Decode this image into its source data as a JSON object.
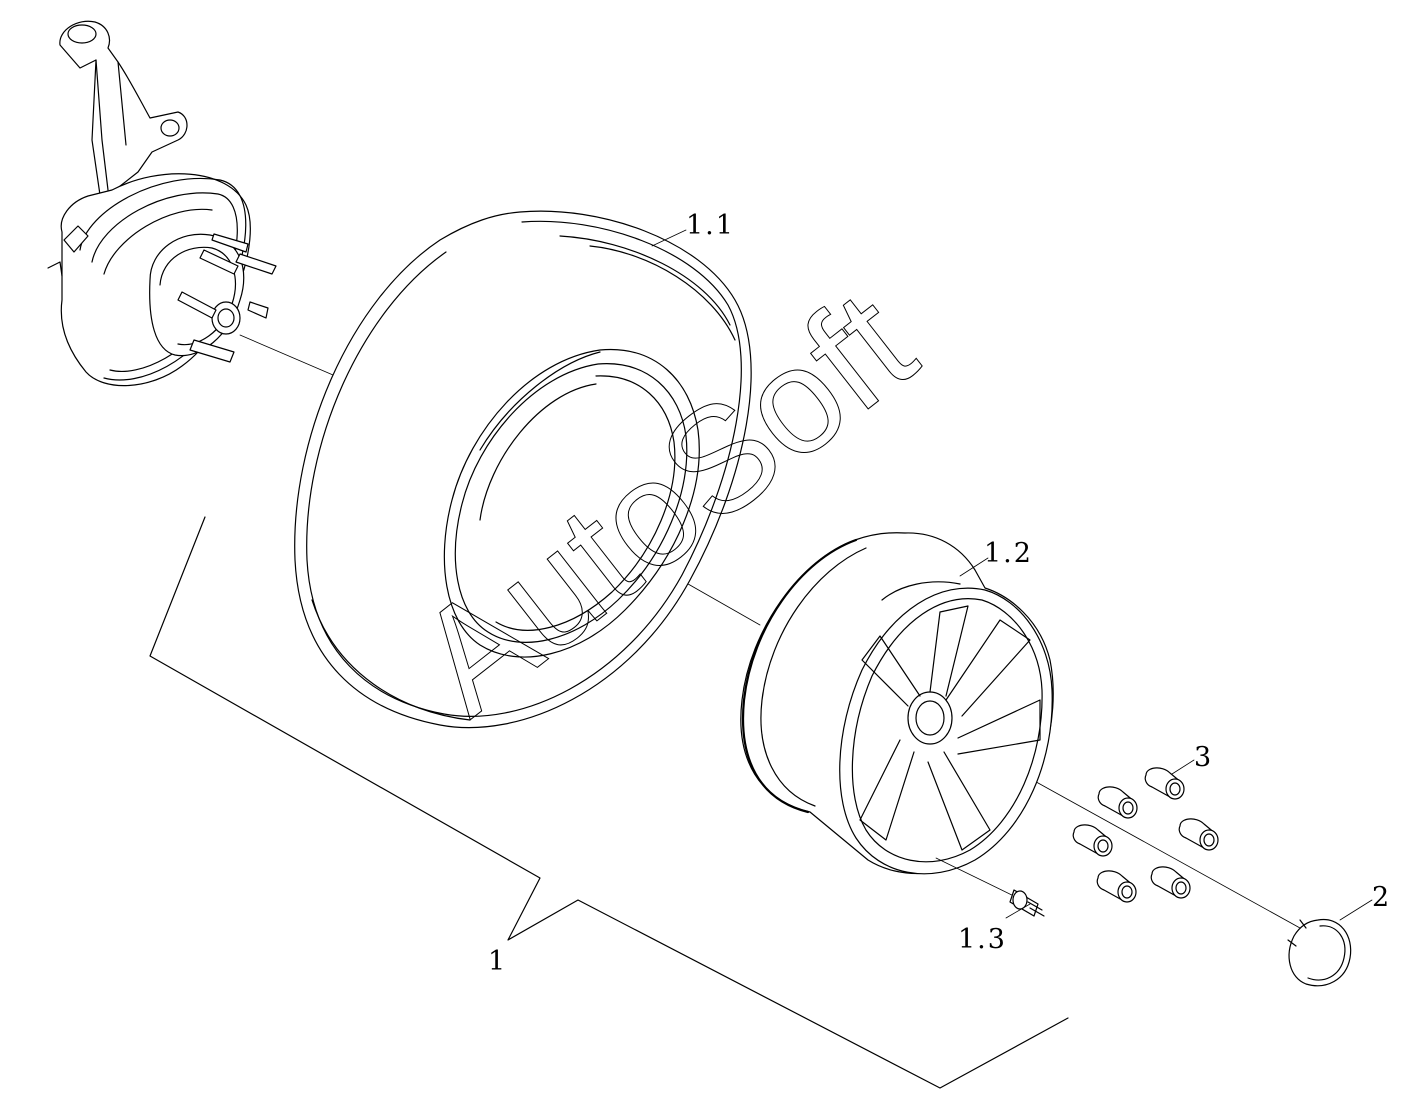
{
  "labels": {
    "assembly": "1",
    "tire": "1.1",
    "rim": "1.2",
    "valve": "1.3",
    "hub_cap": "2",
    "lug_nut": "3"
  },
  "watermark": "AutoSoft"
}
